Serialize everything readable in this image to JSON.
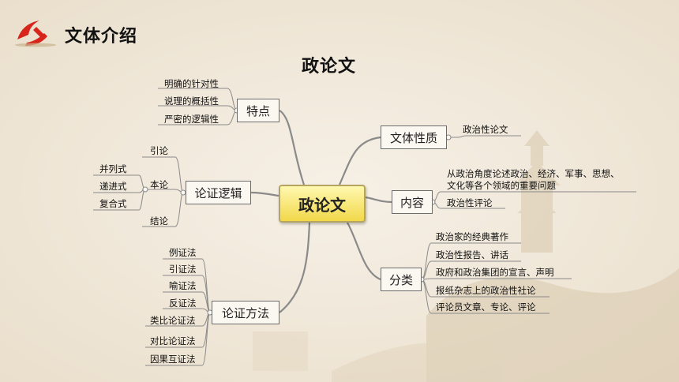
{
  "header": {
    "title": "文体介绍"
  },
  "page_title": "政论文",
  "center": "政论文",
  "branches": {
    "tedian": {
      "label": "特点",
      "items": [
        "明确的针对性",
        "说理的概括性",
        "严密的逻辑性"
      ]
    },
    "luozheng": {
      "label": "论证逻辑",
      "items": [
        "引论",
        "本论",
        "结论"
      ],
      "benlun_items": [
        "并列式",
        "递进式",
        "复合式"
      ]
    },
    "fangfa": {
      "label": "论证方法",
      "items": [
        "例证法",
        "引证法",
        "喻证法",
        "反证法",
        "类比论证法",
        "对比论证法",
        "因果互证法"
      ]
    },
    "xingzhi": {
      "label": "文体性质",
      "items": [
        "政治性论文"
      ]
    },
    "neirong": {
      "label": "内容",
      "items": [
        "从政治角度论述政治、经济、军事、思想、文化等各个领域的重要问题",
        "政治性评论"
      ],
      "line1": "从政治角度论述政治、经济、军事、思想、",
      "line2": "文化等各个领域的重要问题"
    },
    "fenlei": {
      "label": "分类",
      "items": [
        "政治家的经典著作",
        "政治性报告、讲话",
        "政府和政治集团的宣言、声明",
        "报纸杂志上的政治性社论",
        "评论员文章、专论、评论"
      ]
    }
  },
  "colors": {
    "background": "#f3ece0",
    "branch_line": "#8a8a8a",
    "center_fill": "#f2d84a",
    "emblem": "#d8251b"
  }
}
